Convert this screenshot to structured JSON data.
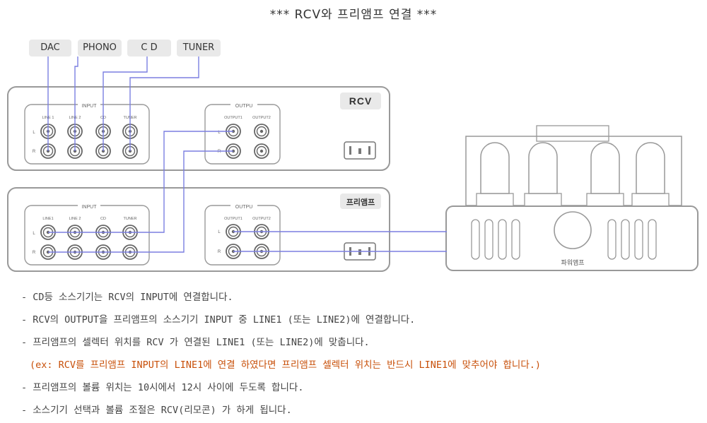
{
  "title": "*** RCV와 프리앰프 연결 ***",
  "sources": [
    "DAC",
    "PHONO",
    "C D",
    "TUNER"
  ],
  "rcv": {
    "badge": "RCV",
    "input_label": "INPUT",
    "output_label": "OUTPU",
    "input_channels": [
      "LINE 1",
      "LINE 2",
      "CD",
      "TUNER"
    ],
    "output_channels": [
      "OUTPUT1",
      "OUTPUT2"
    ],
    "lr": [
      "L",
      "R"
    ]
  },
  "preamp": {
    "badge": "프리앰프",
    "input_label": "INPUT",
    "output_label": "OUTPU",
    "input_channels": [
      "LINE1",
      "LINE 2",
      "CD",
      "TUNER"
    ],
    "output_channels": [
      "OUTPUT1",
      "OUTPUT2"
    ],
    "lr": [
      "L",
      "R"
    ]
  },
  "power_amp": {
    "label": "파워앰프"
  },
  "cable_color": "#7b7fe0",
  "notes": [
    "- CD등 소스기기는 RCV의 INPUT에 연결합니다.",
    "- RCV의 OUTPUT을 프리앰프의 소스기기 INPUT 중 LINE1 (또는 LINE2)에 연결합니다.",
    "- 프리앰프의 셀렉터 위치를 RCV 가 연결된 LINE1 (또는 LINE2)에 맞춥니다.",
    "(ex: RCV를 프리앰프 INPUT의 LINE1에 연결 하였다면 프리앰프 셀렉터 위치는 반드시 LINE1에 맞추어야 합니다.)",
    "- 프리앰프의 볼륨 위치는 10시에서 12시 사이에 두도록 합니다.",
    "- 소스기기 선택과 볼륨 조절은 RCV(리모콘) 가 하게 됩니다."
  ]
}
